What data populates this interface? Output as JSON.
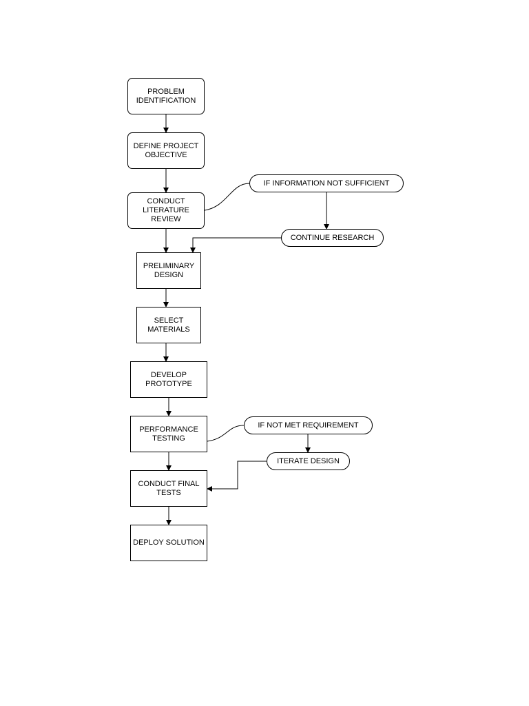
{
  "diagram": {
    "steps": {
      "problem_identification": "PROBLEM IDENTIFICATION",
      "define_project_objective": "DEFINE PROJECT OBJECTIVE",
      "conduct_literature_review": "CONDUCT LITERATURE REVIEW",
      "preliminary_design": "PRELIMINARY DESIGN",
      "select_materials": "SELECT MATERIALS",
      "develop_prototype": "DEVELOP PROTOTYPE",
      "performance_testing": "PERFORMANCE TESTING",
      "conduct_final_tests": "CONDUCT FINAL TESTS",
      "deploy_solution": "DEPLOY SOLUTION"
    },
    "branches": {
      "if_information_not_sufficient": "IF INFORMATION NOT SUFFICIENT",
      "continue_research": "CONTINUE RESEARCH",
      "if_not_met_requirement": "IF NOT MET REQUIREMENT",
      "iterate_design": "ITERATE DESIGN"
    }
  }
}
